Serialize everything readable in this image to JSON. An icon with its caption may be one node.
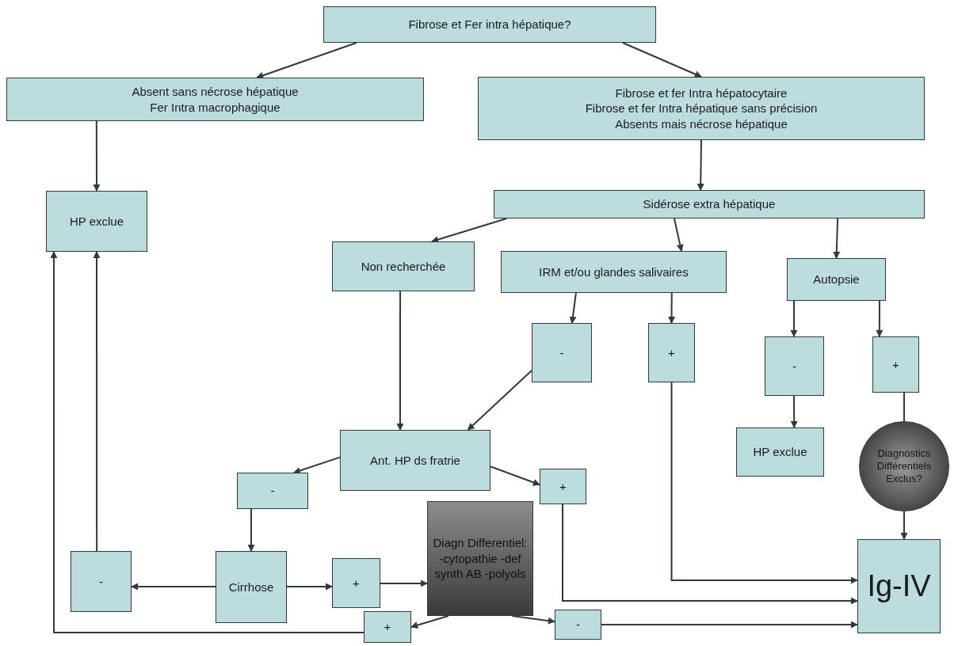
{
  "diagram": {
    "nodes": [
      {
        "text": [
          "Fibrose et Fer intra hépatique?"
        ]
      },
      {
        "text": [
          "Absent sans nécrose hépatique",
          "Fer Intra macrophagique"
        ]
      },
      {
        "text": [
          "Fibrose et fer Intra hépatocytaire",
          "Fibrose et fer Intra hépatique sans précision",
          "Absents mais nécrose hépatique"
        ]
      },
      {
        "text": [
          "HP exclue"
        ]
      },
      {
        "text": [
          "Sidérose extra hépatique"
        ]
      },
      {
        "text": [
          "Non recherchée"
        ]
      },
      {
        "text": [
          "IRM et/ou glandes salivaires"
        ]
      },
      {
        "text": [
          "Autopsie"
        ]
      },
      {
        "text": [
          "-"
        ]
      },
      {
        "text": [
          "+"
        ]
      },
      {
        "text": [
          "-"
        ]
      },
      {
        "text": [
          "+"
        ]
      },
      {
        "text": [
          "Ant. HP ds fratrie"
        ]
      },
      {
        "text": [
          "HP exclue"
        ]
      },
      {
        "text": [
          "Diagnostics Différentiels Exclus?"
        ]
      },
      {
        "text": [
          "-"
        ]
      },
      {
        "text": [
          "+"
        ]
      },
      {
        "text": [
          "-"
        ]
      },
      {
        "text": [
          "Cirrhose"
        ]
      },
      {
        "text": [
          "+"
        ]
      },
      {
        "text": [
          "Diagn Differentiel: -cytopathie -def synth AB -polyols"
        ]
      },
      {
        "text": [
          "Ig-IV"
        ]
      },
      {
        "text": [
          "+"
        ]
      },
      {
        "text": [
          "-"
        ]
      }
    ],
    "edges": [
      {
        "from": 0,
        "to": 1,
        "arrow": "to"
      },
      {
        "from": 0,
        "to": 2,
        "arrow": "to"
      },
      {
        "from": 1,
        "to": 3,
        "arrow": "to"
      },
      {
        "from": 2,
        "to": 4,
        "arrow": "to"
      },
      {
        "from": 4,
        "to": 5,
        "arrow": "to"
      },
      {
        "from": 4,
        "to": 6,
        "arrow": "to"
      },
      {
        "from": 4,
        "to": 7,
        "arrow": "to"
      },
      {
        "from": 6,
        "to": 8,
        "arrow": "to"
      },
      {
        "from": 6,
        "to": 9,
        "arrow": "to"
      },
      {
        "from": 7,
        "to": 10,
        "arrow": "to"
      },
      {
        "from": 7,
        "to": 11,
        "arrow": "to"
      },
      {
        "from": 10,
        "to": 13,
        "arrow": "to"
      },
      {
        "from": 11,
        "to": 14,
        "arrow": "none"
      },
      {
        "from": 14,
        "to": 21,
        "arrow": "to"
      },
      {
        "from": 9,
        "to": 21,
        "arrow": "to"
      },
      {
        "from": 16,
        "to": 21,
        "arrow": "to"
      },
      {
        "from": 23,
        "to": 21,
        "arrow": "to"
      },
      {
        "from": 5,
        "to": 12,
        "arrow": "to"
      },
      {
        "from": 8,
        "to": 12,
        "arrow": "to"
      },
      {
        "from": 12,
        "to": 15,
        "arrow": "to"
      },
      {
        "from": 12,
        "to": 16,
        "arrow": "to"
      },
      {
        "from": 15,
        "to": 18,
        "arrow": "to"
      },
      {
        "from": 18,
        "to": 17,
        "arrow": "to"
      },
      {
        "from": 18,
        "to": 19,
        "arrow": "to"
      },
      {
        "from": 19,
        "to": 20,
        "arrow": "to"
      },
      {
        "from": 20,
        "to": 22,
        "arrow": "to"
      },
      {
        "from": 20,
        "to": 23,
        "arrow": "to"
      },
      {
        "from": 17,
        "to": 3,
        "arrow": "to"
      },
      {
        "from": 22,
        "to": 3,
        "arrow": "to"
      }
    ]
  }
}
